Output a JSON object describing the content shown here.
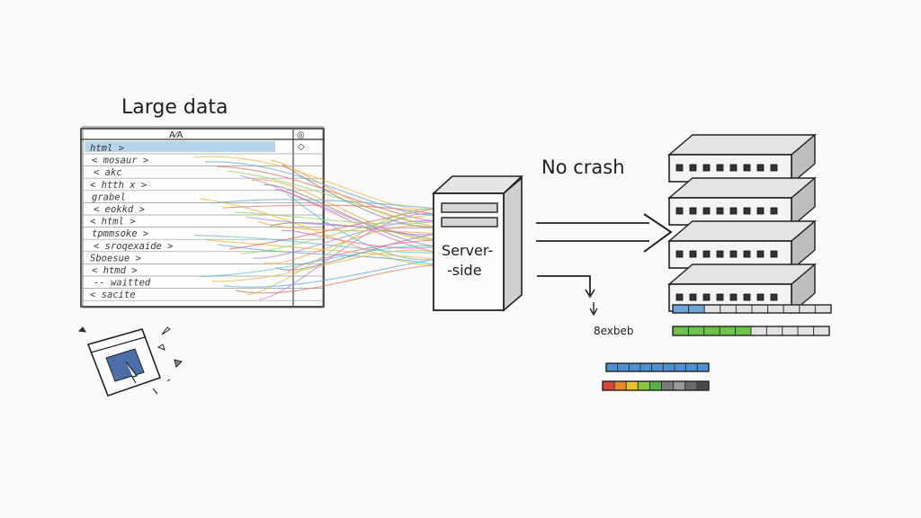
{
  "labels": {
    "large_data": "Large data",
    "no_crash": "No crash",
    "server_line1": "Server-",
    "server_line2": "-side",
    "panel_header": "A⁄A",
    "small_caption": "8exbeb"
  },
  "code_lines": [
    "html >",
    "< mosaur >",
    "< akc",
    "< htth x >",
    "grabel",
    "< eokkd >",
    "< html >",
    "tpmmsoke >",
    "< sroqexaide >",
    "Sboesue >",
    "< htmd >",
    "-- waitted",
    "< sacite"
  ],
  "colors": {
    "ink": "#1e1e1e",
    "highlight_row": "#a9cbe6",
    "blue_fill": "#6aa6d8",
    "green_fill": "#5cb85c",
    "lime_fill": "#8bd14a"
  },
  "threads": [
    "#e8b84a",
    "#6aa6d8",
    "#d9736a",
    "#9fd06a",
    "#b58ad6",
    "#f0a34a",
    "#8a8a8a",
    "#e06c9a",
    "#5ac0c8"
  ],
  "bars": [
    {
      "name": "blue-progress",
      "segments": 10,
      "filled": 2,
      "fill_color": "#6aa6d8"
    },
    {
      "name": "green-progress",
      "segments": 10,
      "filled": 5,
      "fill_color": "#6cc24a"
    },
    {
      "name": "blue-segment-bar",
      "segments": 9,
      "filled": 9,
      "fill_color": "#4f8fd0"
    },
    {
      "name": "rainbow-segment-bar",
      "segments": 9,
      "colors": [
        "#d9463a",
        "#e88a2a",
        "#e8c22a",
        "#8cc63a",
        "#55b04a",
        "#7a7a7a",
        "#9a9a9a",
        "#6a6a6a",
        "#4a4a4a"
      ]
    }
  ],
  "server_stack": {
    "units": 4,
    "leds_per_unit": 8
  }
}
